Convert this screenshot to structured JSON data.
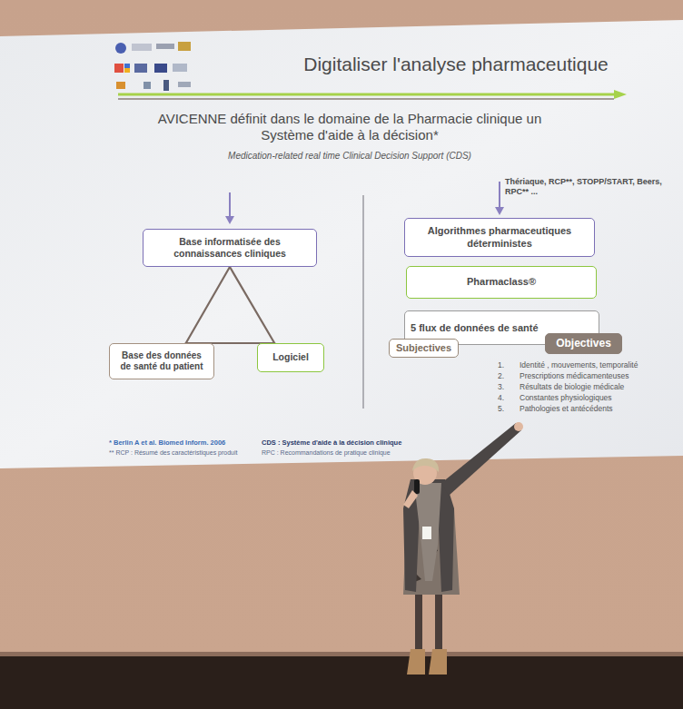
{
  "diagram": {
    "title": "Digitaliser l'analyse pharmaceutique",
    "nodes": [
      {
        "text": [
          "Base informatisée des connaissances cliniques"
        ]
      },
      {
        "text": [
          "Base des données de santé du patient"
        ]
      },
      {
        "text": [
          "Logiciel"
        ]
      },
      {
        "text": [
          "Algorithmes pharmaceutiques déterministes"
        ]
      },
      {
        "text": [
          "Pharmaclass®"
        ]
      },
      {
        "text": [
          "5 flux de données de santé"
        ]
      },
      {
        "text": [
          "Subjectives"
        ]
      },
      {
        "text": [
          "Objectives"
        ]
      }
    ],
    "edges": [
      {
        "from": 0,
        "to": 1,
        "arrow": "none"
      },
      {
        "from": 0,
        "to": 2,
        "arrow": "none"
      },
      {
        "from": 1,
        "to": 2,
        "arrow": "none"
      }
    ],
    "labels": [
      "AVICENNE définit dans le domaine de la Pharmacie clinique un Système d'aide à la décision*",
      "Medication-related real time Clinical Decision Support (CDS)",
      "Thériaque, RCP**, STOPP/START, Beers, RPC** ...",
      "1.",
      "Identité , mouvements, temporalité",
      "2.",
      "Prescriptions médicamenteuses",
      "3.",
      "Résultats de biologie médicale",
      "4.",
      "Constantes physiologiques",
      "5.",
      "Pathologies et antécédents",
      "* Berlin A et al. Biomed Inform. 2006",
      "CDS : Système d'aide à la décision clinique",
      "** RCP : Résumé des caractéristiques produit",
      "RPC : Recommandations de pratique clinique"
    ]
  }
}
